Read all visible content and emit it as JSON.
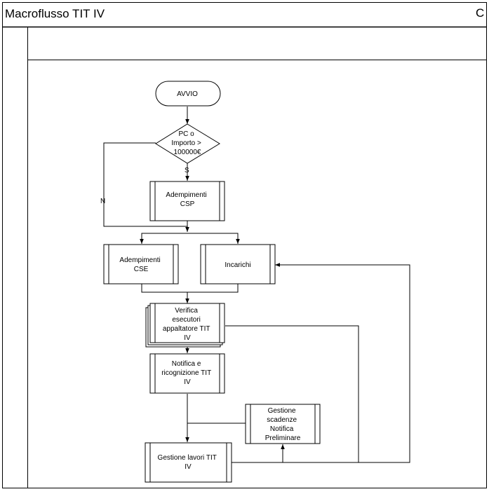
{
  "diagram": {
    "title": "Macroflusso TIT IV",
    "corner_label": "C",
    "nodes": {
      "avvio": "AVVIO",
      "decision": [
        "PC o",
        "Importo >",
        "100000€"
      ],
      "adempimenti_csp": [
        "Adempimenti",
        "CSP"
      ],
      "adempimenti_cse": [
        "Adempimenti",
        "CSE"
      ],
      "incarichi": [
        "Incarichi"
      ],
      "verifica": [
        "Verifica",
        "esecutori",
        "appaltatore TIT",
        "IV"
      ],
      "notifica": [
        "Notifica e",
        "ricognizione TIT",
        "IV"
      ],
      "gestione_scadenze": [
        "Gestione",
        "scadenze",
        "Notifica",
        "Preliminare"
      ],
      "gestione_lavori": [
        "Gestione lavori TIT",
        "IV"
      ]
    },
    "edge_labels": {
      "yes": "S",
      "no": "N"
    }
  }
}
